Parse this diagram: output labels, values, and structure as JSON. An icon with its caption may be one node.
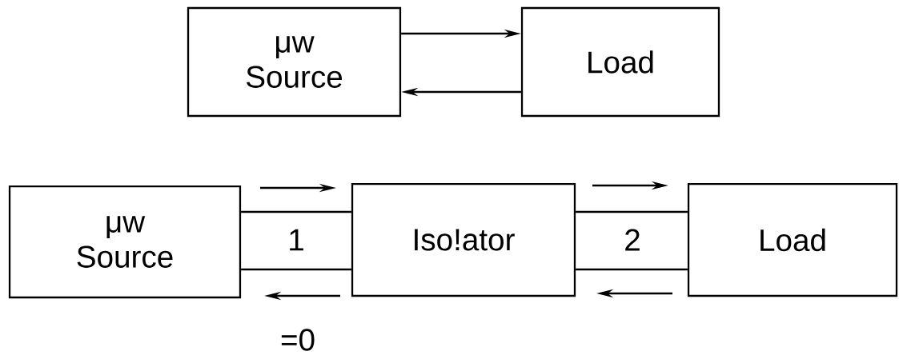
{
  "diagram": {
    "nodes": [
      {
        "text": [
          "μw Source"
        ]
      },
      {
        "text": [
          "Load"
        ]
      },
      {
        "text": [
          "μw Source"
        ]
      },
      {
        "text": [
          "Iso!ator"
        ]
      },
      {
        "text": [
          "Load"
        ]
      }
    ],
    "edges": [
      {
        "from": 0,
        "to": 1,
        "arrow": "to"
      },
      {
        "from": 1,
        "to": 0,
        "arrow": "to"
      },
      {
        "from": 2,
        "to": 3,
        "arrow": "none"
      },
      {
        "from": 2,
        "to": 3,
        "arrow": "none"
      },
      {
        "from": 3,
        "to": 4,
        "arrow": "none"
      },
      {
        "from": 3,
        "to": 4,
        "arrow": "none"
      }
    ],
    "labels": [
      "1",
      "2",
      "=0"
    ]
  }
}
